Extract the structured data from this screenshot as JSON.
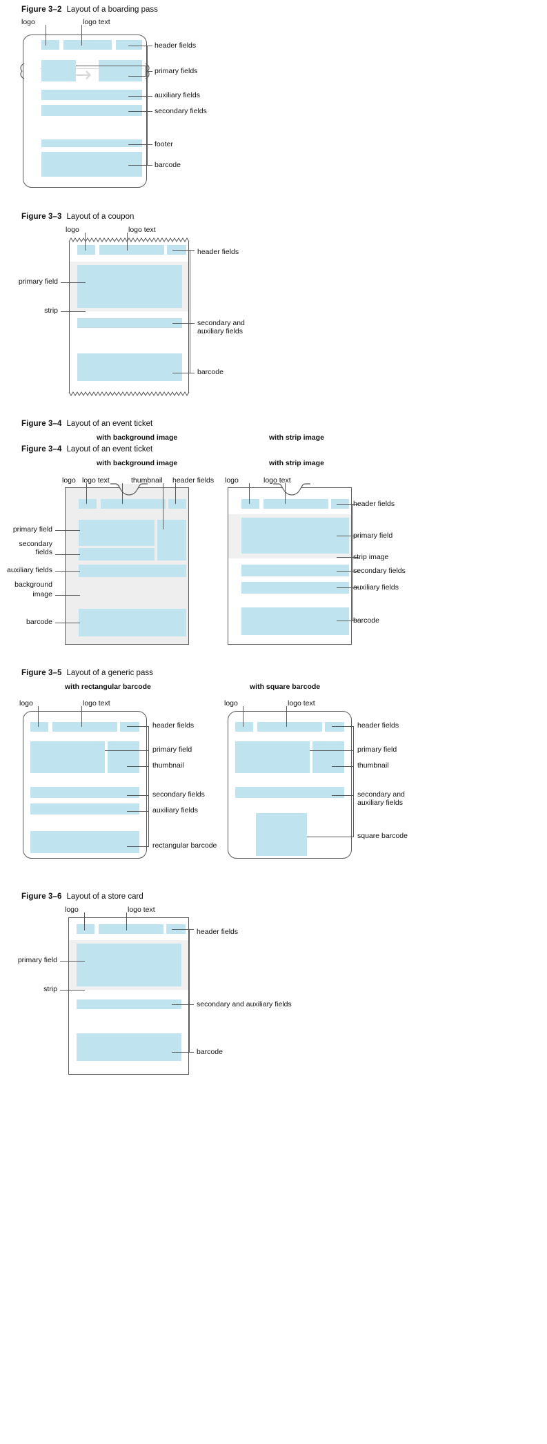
{
  "figures": [
    {
      "id": "3-2",
      "number": "Figure 3–2",
      "caption": "Layout of a boarding pass",
      "subheads": [],
      "callouts": [
        "logo",
        "logo text",
        "header fields",
        "primary fields",
        "auxiliary fields",
        "secondary fields",
        "footer",
        "barcode"
      ]
    },
    {
      "id": "3-3",
      "number": "Figure 3–3",
      "caption": "Layout of a coupon",
      "subheads": [],
      "callouts": [
        "logo",
        "logo text",
        "header fields",
        "primary field",
        "strip",
        "secondary and",
        "auxiliary fields",
        "barcode"
      ]
    },
    {
      "id": "3-4",
      "number": "Figure 3–4",
      "caption": "Layout of an event ticket",
      "subheads": [
        "with background image",
        "with strip image"
      ],
      "callouts": [
        "logo",
        "logo text",
        "thumbnail",
        "header fields",
        "primary field",
        "secondary",
        "fields",
        "auxiliary fields",
        "background",
        "image",
        "barcode",
        "strip image",
        "secondary fields",
        "auxiliary fields"
      ]
    },
    {
      "id": "3-5",
      "number": "Figure 3–5",
      "caption": "Layout of a generic pass",
      "subheads": [
        "with rectangular barcode",
        "with square barcode"
      ],
      "callouts": [
        "logo",
        "logo text",
        "header fields",
        "primary field",
        "thumbnail",
        "secondary fields",
        "auxiliary fields",
        "rectangular barcode",
        "secondary and",
        "auxiliary fields",
        "square barcode"
      ]
    },
    {
      "id": "3-6",
      "number": "Figure 3–6",
      "caption": "Layout of a store card",
      "subheads": [],
      "callouts": [
        "logo",
        "logo text",
        "header fields",
        "primary field",
        "strip",
        "secondary and auxiliary fields",
        "barcode"
      ]
    }
  ],
  "fig32": {
    "number": "Figure 3–2",
    "caption": "Layout of a boarding pass",
    "labels": {
      "logo": "logo",
      "logo_text": "logo text",
      "header_fields": "header fields",
      "primary_fields": "primary fields",
      "auxiliary_fields": "auxiliary fields",
      "secondary_fields": "secondary fields",
      "footer": "footer",
      "barcode": "barcode"
    },
    "arrow_glyph": "→"
  },
  "fig33": {
    "number": "Figure 3–3",
    "caption": "Layout of a coupon",
    "labels": {
      "logo": "logo",
      "logo_text": "logo text",
      "header_fields": "header fields",
      "primary_field": "primary field",
      "strip": "strip",
      "secondary_aux_1": "secondary and",
      "secondary_aux_2": "auxiliary fields",
      "barcode": "barcode"
    }
  },
  "fig34": {
    "number": "Figure 3–4",
    "caption": "Layout of an event ticket",
    "number_dup": "Figure 3–4",
    "caption_dup": "Layout of an event ticket",
    "subhead_left": "with background image",
    "subhead_right": "with strip image",
    "subhead_left_dup": "with background image",
    "subhead_right_dup": "with strip image",
    "left_labels": {
      "logo": "logo",
      "logo_text": "logo text",
      "thumbnail": "thumbnail",
      "header_fields": "header fields",
      "primary_field": "primary field",
      "secondary_1": "secondary",
      "secondary_2": "fields",
      "auxiliary_fields": "auxiliary fields",
      "background_1": "background",
      "background_2": "image",
      "barcode": "barcode"
    },
    "right_labels": {
      "logo": "logo",
      "logo_text": "logo text",
      "header_fields": "header fields",
      "primary_field": "primary field",
      "strip_image": "strip image",
      "secondary_fields": "secondary fields",
      "auxiliary_fields": "auxiliary fields",
      "barcode": "barcode"
    }
  },
  "fig35": {
    "number": "Figure 3–5",
    "caption": "Layout of a generic pass",
    "subhead_left": "with rectangular barcode",
    "subhead_right": "with square barcode",
    "left_labels": {
      "logo": "logo",
      "logo_text": "logo text",
      "header_fields": "header fields",
      "primary_field": "primary field",
      "thumbnail": "thumbnail",
      "secondary_fields": "secondary fields",
      "auxiliary_fields": "auxiliary fields",
      "rectangular_barcode": "rectangular barcode"
    },
    "right_labels": {
      "logo": "logo",
      "logo_text": "logo text",
      "header_fields": "header fields",
      "primary_field": "primary field",
      "thumbnail": "thumbnail",
      "secondary_aux_1": "secondary and",
      "secondary_aux_2": "auxiliary fields",
      "square_barcode": "square barcode"
    }
  },
  "fig36": {
    "number": "Figure 3–6",
    "caption": "Layout of a store card",
    "labels": {
      "logo": "logo",
      "logo_text": "logo text",
      "header_fields": "header fields",
      "primary_field": "primary field",
      "strip": "strip",
      "secondary_aux": "secondary and auxiliary fields",
      "barcode": "barcode"
    }
  },
  "colors": {
    "field_fill": "#bfe3ef",
    "strip_fill": "#f0f0f0",
    "background_image_fill": "#eeeeee",
    "outline": "#58595b",
    "text": "#111111",
    "arrow": "#d9d9d9"
  }
}
